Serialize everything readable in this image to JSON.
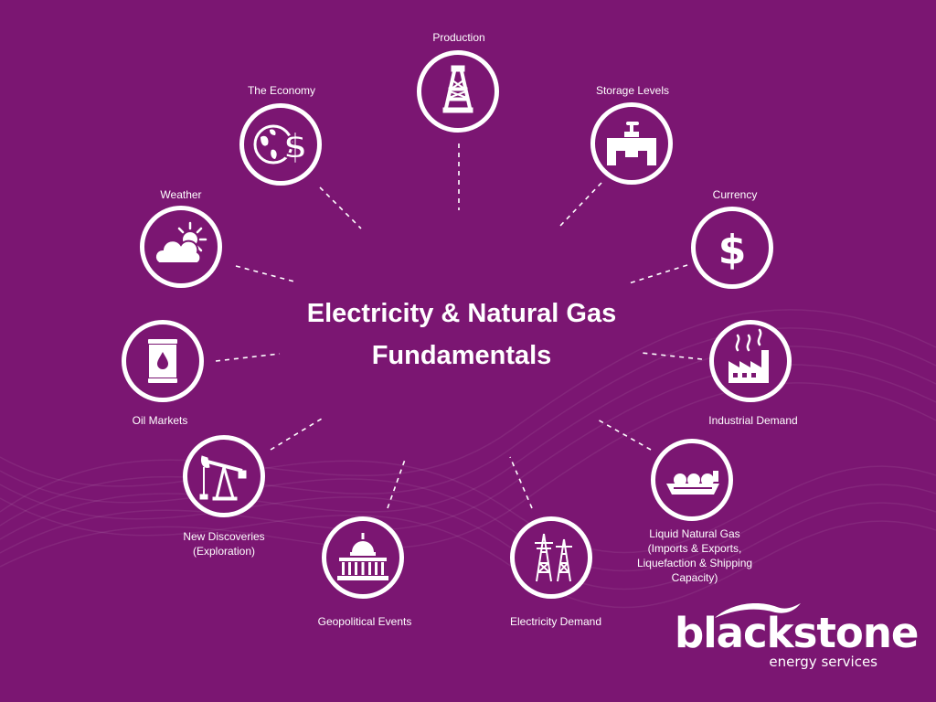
{
  "title": "Electricity & Natural Gas Fundamentals",
  "colors": {
    "background": "#7b1672",
    "foreground": "#ffffff"
  },
  "nodes": [
    {
      "id": "production",
      "label": "Production",
      "icon": "oil-derrick-icon"
    },
    {
      "id": "storage-levels",
      "label": "Storage Levels",
      "icon": "pipe-valve-icon"
    },
    {
      "id": "currency",
      "label": "Currency",
      "icon": "dollar-icon"
    },
    {
      "id": "industrial-demand",
      "label": "Industrial Demand",
      "icon": "factory-icon"
    },
    {
      "id": "liquid-natural-gas",
      "label": "Liquid Natural Gas\n(Imports & Exports,\nLiquefaction & Shipping\nCapacity)",
      "icon": "lng-tanker-icon"
    },
    {
      "id": "electricity-demand",
      "label": "Electricity Demand",
      "icon": "power-pylon-icon"
    },
    {
      "id": "geopolitical-events",
      "label": "Geopolitical Events",
      "icon": "capitol-building-icon"
    },
    {
      "id": "new-discoveries",
      "label": "New Discoveries\n(Exploration)",
      "icon": "pumpjack-icon"
    },
    {
      "id": "oil-markets",
      "label": "Oil Markets",
      "icon": "oil-barrel-icon"
    },
    {
      "id": "weather",
      "label": "Weather",
      "icon": "sun-cloud-icon"
    },
    {
      "id": "the-economy",
      "label": "The Economy",
      "icon": "globe-dollar-icon"
    }
  ],
  "logo": {
    "name": "blackstone",
    "tagline": "energy services"
  }
}
